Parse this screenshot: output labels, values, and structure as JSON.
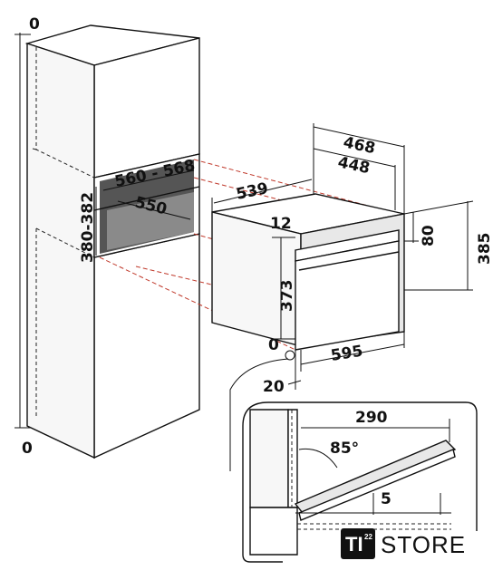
{
  "dimensions": {
    "top_zero": "0",
    "bottom_zero": "0",
    "niche_width": "560 - 568",
    "niche_depth": "550",
    "niche_height": "380-382",
    "oven_depth": "539",
    "oven_top_depth_outer": "468",
    "oven_top_depth_inner": "448",
    "top_offset": "12",
    "right_top_gap": "80",
    "oven_height_total": "385",
    "oven_height_body": "373",
    "oven_width": "595",
    "front_zero": "0",
    "front_offset": "20",
    "detail_width": "290",
    "detail_angle": "85°",
    "detail_gap": "5"
  },
  "logo": {
    "badge": "TI",
    "badge_sup": "22",
    "store": "STORE"
  }
}
